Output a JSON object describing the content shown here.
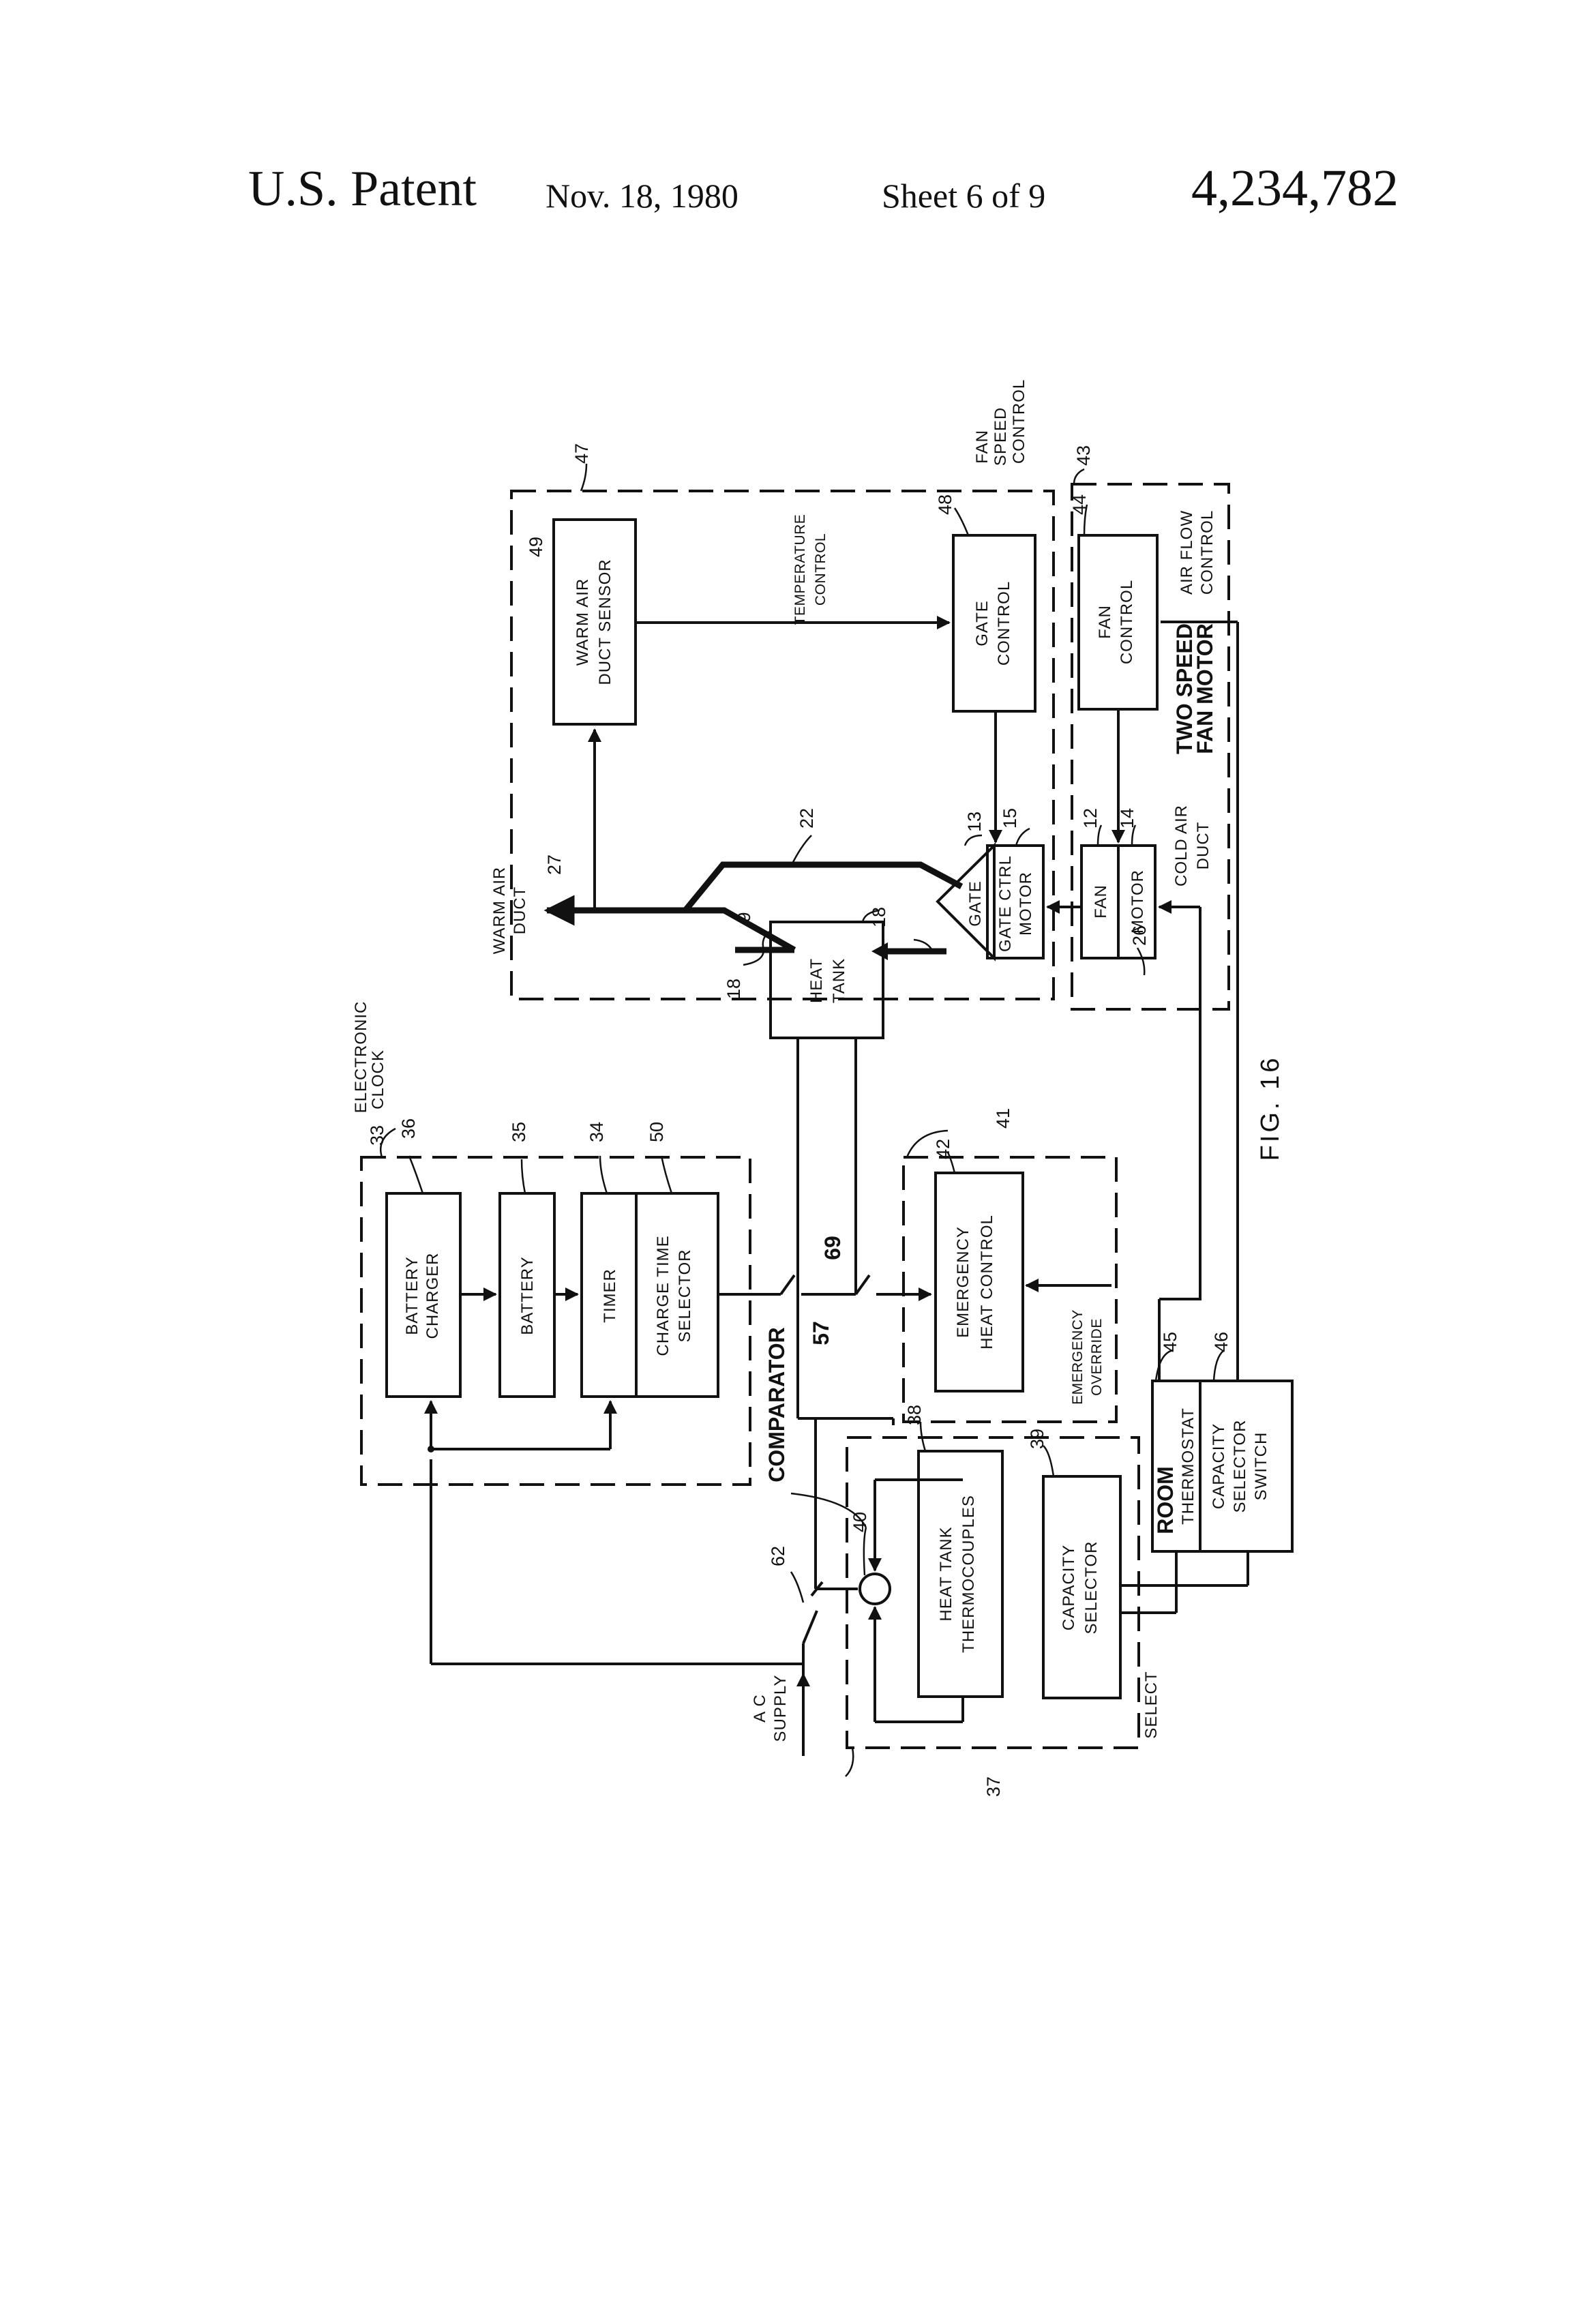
{
  "header": {
    "patent_label": "U.S. Patent",
    "date": "Nov. 18, 1980",
    "sheet": "Sheet 6 of 9",
    "patent_number": "4,234,782"
  },
  "figure_label": "FIG. 16",
  "groups": {
    "electronic_clock": {
      "line1": "ELECTRONIC",
      "line2": "CLOCK",
      "ref": "33"
    },
    "temperature_group": {
      "ref": "47"
    },
    "fan_speed_control": {
      "line1": "FAN",
      "line2": "SPEED",
      "line3": "CONTROL",
      "ref": "43"
    },
    "select_group": {
      "label": "SELECT",
      "ref": "37"
    },
    "emergency_group": {
      "ref": "41"
    }
  },
  "blocks": {
    "battery_charger": {
      "line1": "BATTERY",
      "line2": "CHARGER",
      "ref": "36"
    },
    "battery": {
      "line1": "BATTERY",
      "ref": "35"
    },
    "timer": {
      "line1": "TIMER",
      "ref": "34"
    },
    "charge_time_selector": {
      "line1": "CHARGE TIME",
      "line2": "SELECTOR",
      "ref": "50"
    },
    "heat_tank": {
      "line1": "HEAT",
      "line2": "TANK",
      "ref": "9"
    },
    "warm_air_duct_sensor": {
      "line1": "WARM AIR",
      "line2": "DUCT SENSOR",
      "ref": "49"
    },
    "gate_control": {
      "line1": "GATE",
      "line2": "CONTROL",
      "ref": "48"
    },
    "gate_ctrl_motor": {
      "line1": "GATE CTRL",
      "line2": "MOTOR",
      "ref": "15"
    },
    "gate": {
      "line1": "GATE",
      "ref": "13"
    },
    "fan_control": {
      "line1": "FAN",
      "line2": "CONTROL",
      "ref": "44"
    },
    "fan_motor": {
      "line1": "FAN",
      "line2": "MOTOR",
      "ref": "12"
    },
    "emergency_heat_control": {
      "line1": "EMERGENCY",
      "line2": "HEAT CONTROL",
      "ref": "42"
    },
    "heat_tank_thermocouples": {
      "line1": "HEAT TANK",
      "line2": "THERMOCOUPLES",
      "ref": "38"
    },
    "capacity_selector": {
      "line1": "CAPACITY",
      "line2": "SELECTOR",
      "ref": "39"
    },
    "room_thermostat": {
      "line1": "ROOM",
      "line2": "THERMOSTAT",
      "ref": "45"
    },
    "capacity_selector_switch": {
      "line1": "CAPACITY",
      "line2": "SELECTOR",
      "line3": "SWITCH",
      "ref": "46"
    }
  },
  "labels": {
    "warm_air_duct": {
      "line1": "WARM AIR",
      "line2": "DUCT",
      "ref": "27"
    },
    "temperature_control": {
      "line1": "TEMPERATURE",
      "line2": "CONTROL"
    },
    "two_speed_fan_motor": {
      "line1": "TWO SPEED",
      "line2": "FAN MOTOR",
      "ref": "14"
    },
    "cold_air_duct": {
      "line1": "COLD AIR",
      "line2": "DUCT",
      "ref": "26"
    },
    "air_flow_control": {
      "line1": "AIR FLOW",
      "line2": "CONTROL"
    },
    "emergency_override": {
      "line1": "EMERGENCY",
      "line2": "OVERRIDE"
    },
    "comparator": {
      "line1": "COMPARATOR",
      "ref": "40"
    },
    "ac_supply": {
      "line1": "A C",
      "line2": "SUPPLY"
    }
  },
  "refs": {
    "heat_inlet_pipe": "18",
    "heat_outlet_pipe": "18",
    "manifold": "22",
    "switch_57": "57",
    "switch_69": "69",
    "switch_62": "62"
  }
}
